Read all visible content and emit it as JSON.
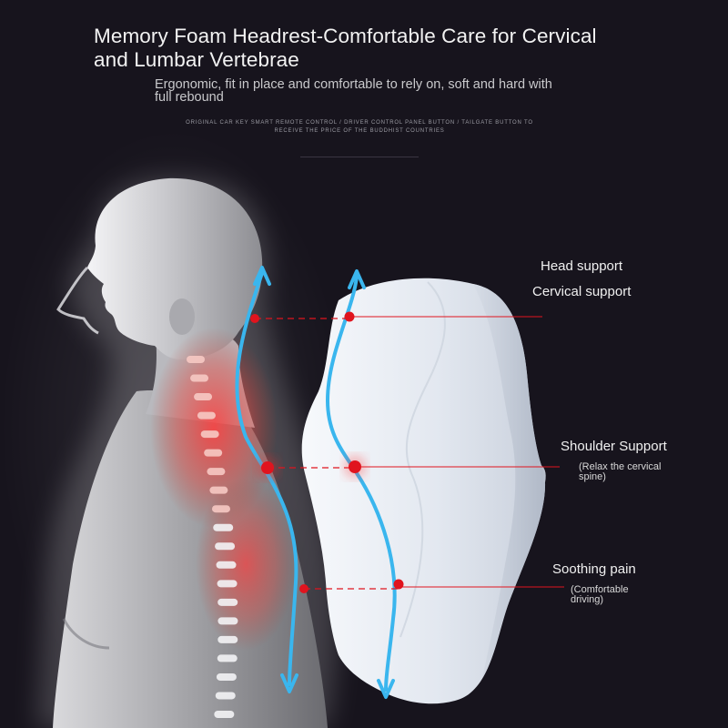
{
  "header": {
    "title": "Memory Foam Headrest-Comfortable Care for Cervical and Lumbar Vertebrae",
    "subtitle": "Ergonomic, fit in place and comfortable to rely on, soft and hard with full rebound",
    "tagline": "ORIGINAL CAR KEY SMART REMOTE CONTROL / DRIVER CONTROL PANEL BUTTON / TAILGATE BUTTON TO RECEIVE THE PRICE OF THE BUDDHIST COUNTRIES"
  },
  "callouts": {
    "head": {
      "label": "Head support"
    },
    "cervical": {
      "label": "Cervical support"
    },
    "shoulder": {
      "label": "Shoulder Support",
      "note": "(Relax the cervical spine)"
    },
    "soothing": {
      "label": "Soothing pain",
      "note": "(Comfortable driving)"
    }
  },
  "colors": {
    "background": "#17141d",
    "marker": "#e0141e",
    "arrow": "#3ab6ee",
    "pillow": "#e4e9f1"
  },
  "icons": {
    "spine_arrow": "double-headed-curved-arrow",
    "marker": "red-dot"
  }
}
